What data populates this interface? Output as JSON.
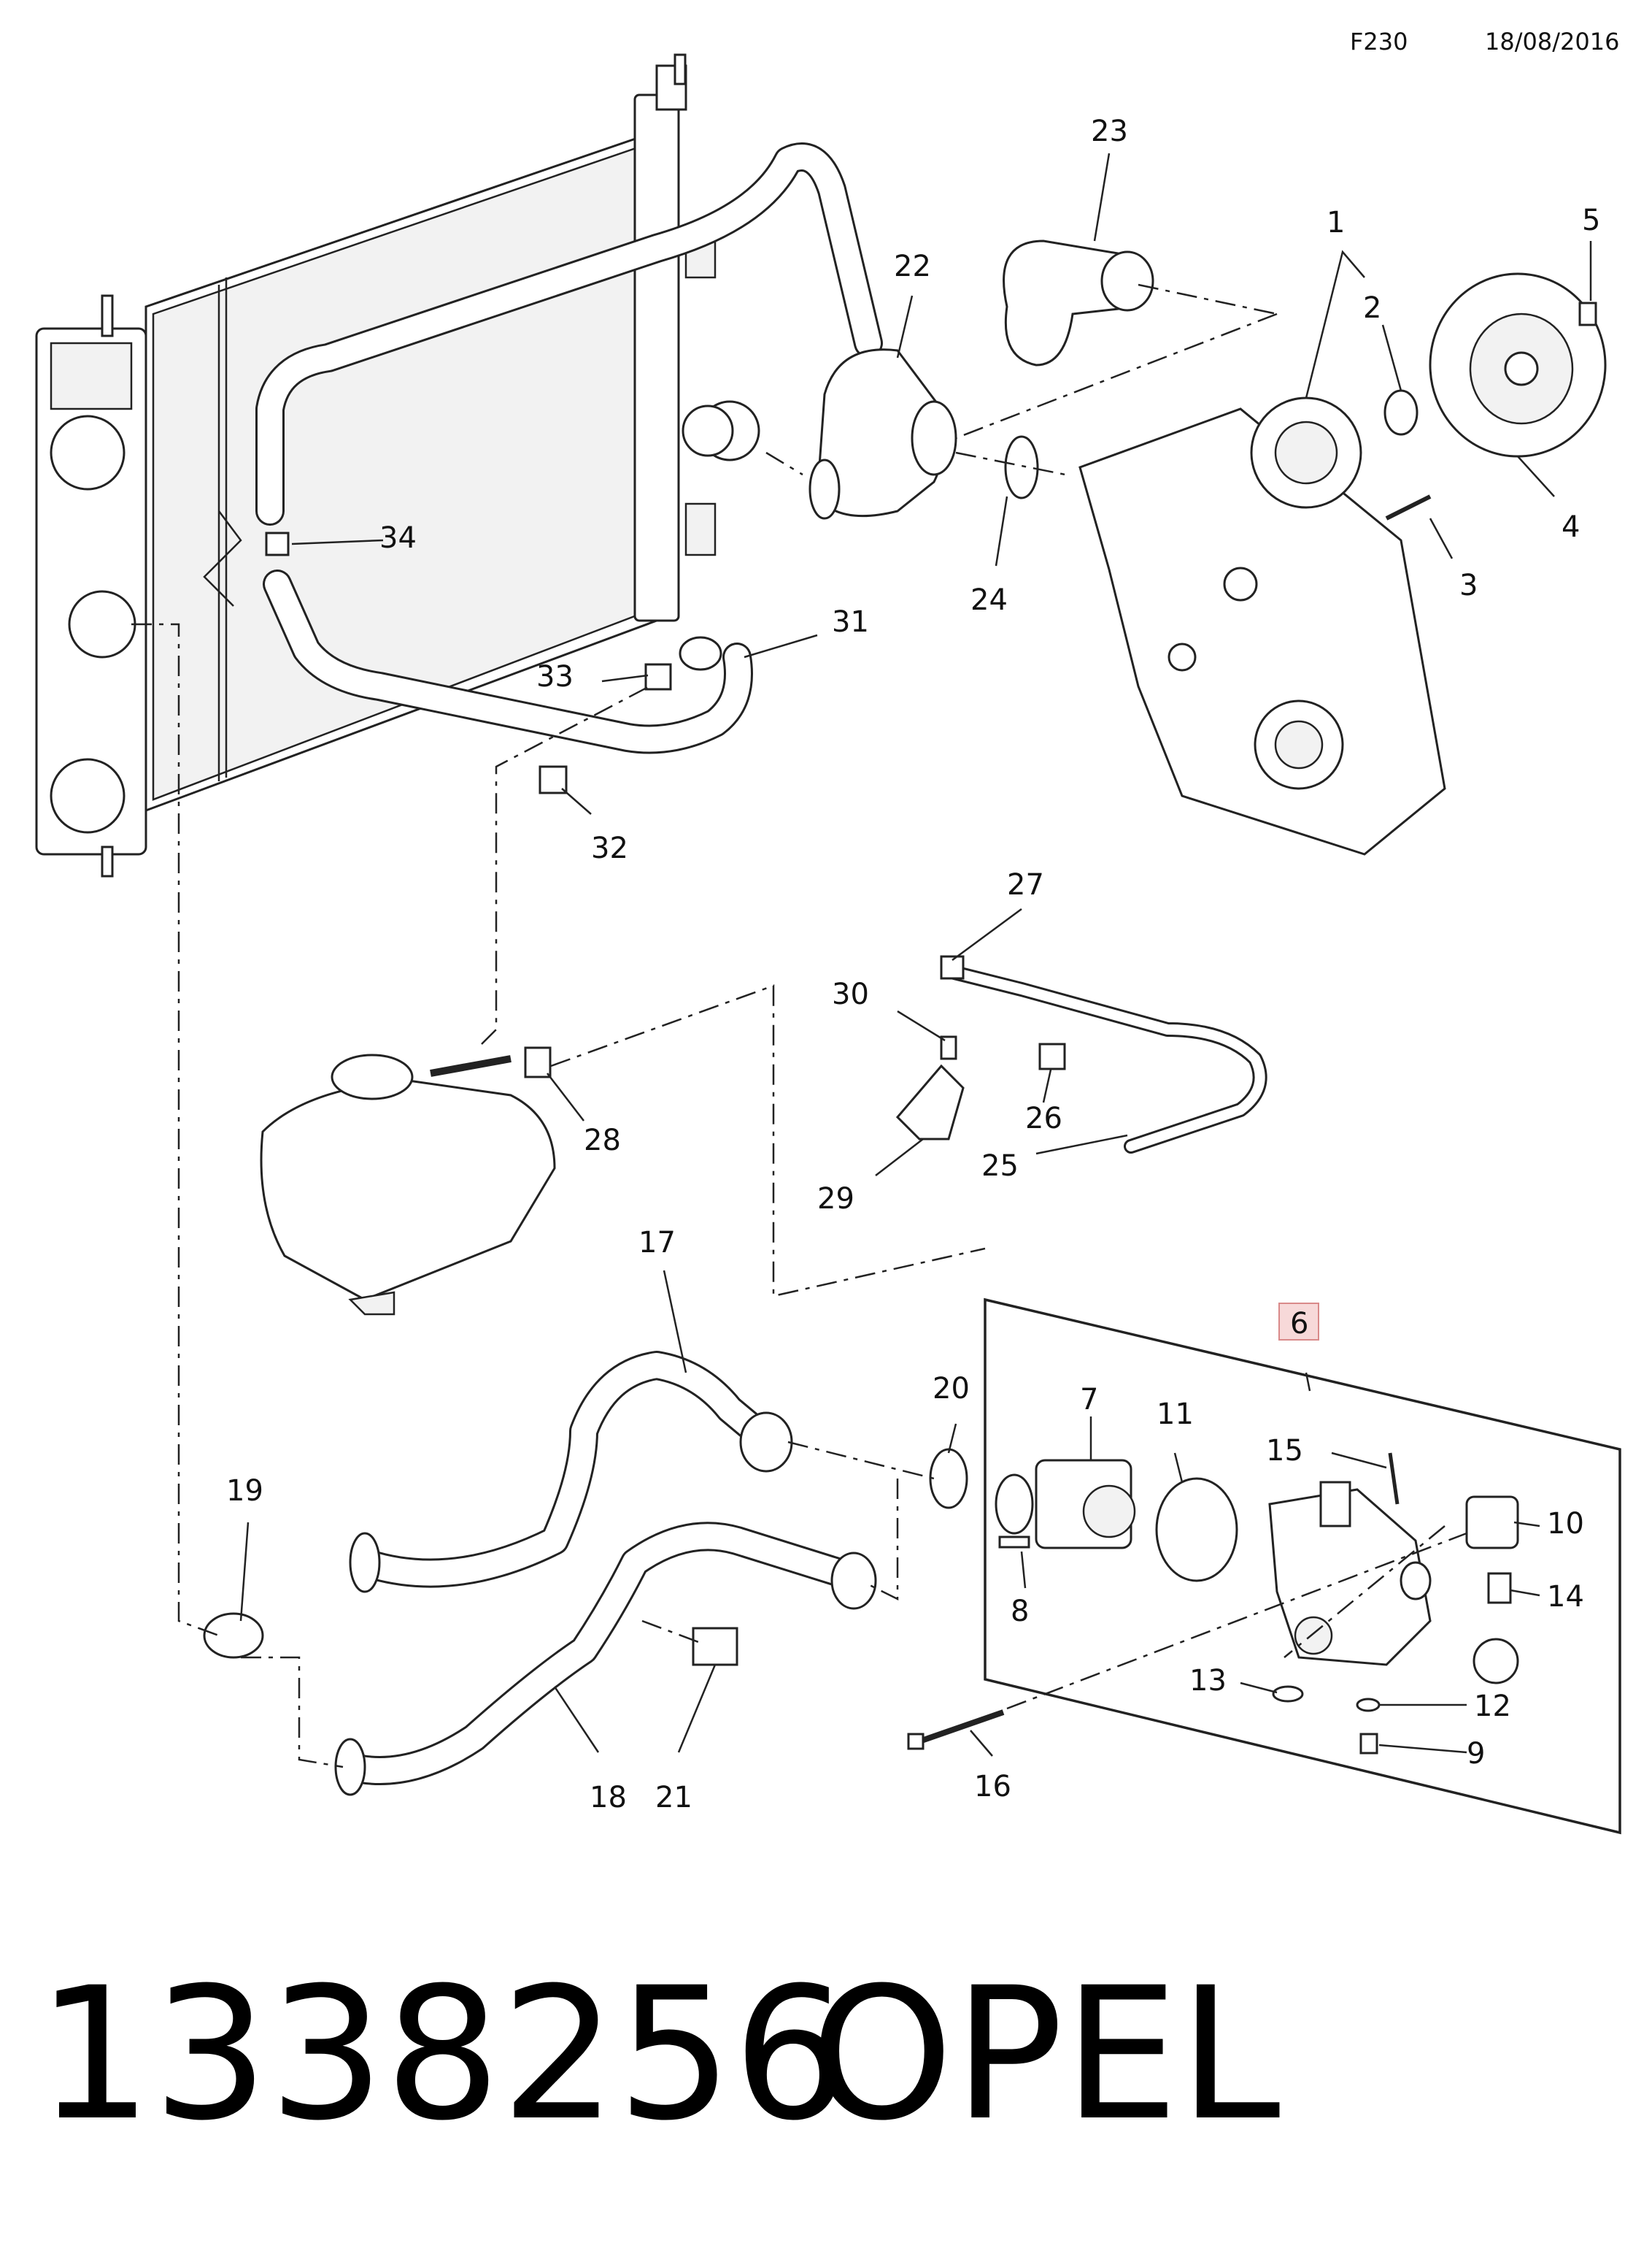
{
  "header": {
    "code": "F230",
    "date": "18/08/2016"
  },
  "footer": {
    "part_number": "1338256",
    "brand": "OPEL"
  },
  "callouts": [
    "1",
    "2",
    "3",
    "4",
    "5",
    "6",
    "7",
    "8",
    "9",
    "10",
    "11",
    "12",
    "13",
    "14",
    "15",
    "16",
    "17",
    "18",
    "19",
    "20",
    "21",
    "22",
    "23",
    "24",
    "25",
    "26",
    "27",
    "28",
    "29",
    "30",
    "31",
    "32",
    "33",
    "34"
  ],
  "highlight": {
    "callout": "6",
    "box_color": "#f7d9d9",
    "border_color": "#d98a8a"
  }
}
